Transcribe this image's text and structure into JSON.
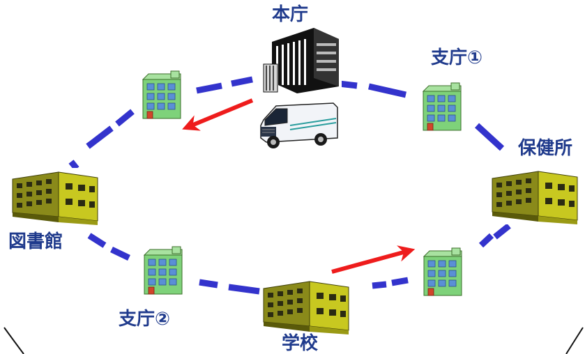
{
  "diagram": {
    "nodes": [
      {
        "id": "honcho",
        "label": "本庁",
        "icon": "government-office-building-icon"
      },
      {
        "id": "shicho1",
        "label": "支庁①",
        "icon": "green-office-building-icon"
      },
      {
        "id": "hokenjo",
        "label": "保健所",
        "icon": "olive-apartment-building-icon"
      },
      {
        "id": "toshokan",
        "label": "図書館",
        "icon": "olive-apartment-building-icon"
      },
      {
        "id": "shicho2",
        "label": "支庁②",
        "icon": "green-office-building-icon"
      },
      {
        "id": "gakko",
        "label": "学校",
        "icon": "olive-apartment-building-icon"
      },
      {
        "id": "unlabeled_upper_left",
        "label": "",
        "icon": "green-office-building-icon"
      },
      {
        "id": "unlabeled_lower_right",
        "label": "",
        "icon": "green-office-building-icon"
      }
    ],
    "vehicle": {
      "icon": "delivery-van-icon"
    },
    "route_style": "dashed loop",
    "colors": {
      "route": "#3333cc",
      "arrow": "#ee1c1c",
      "label": "#1f3a8c"
    }
  }
}
